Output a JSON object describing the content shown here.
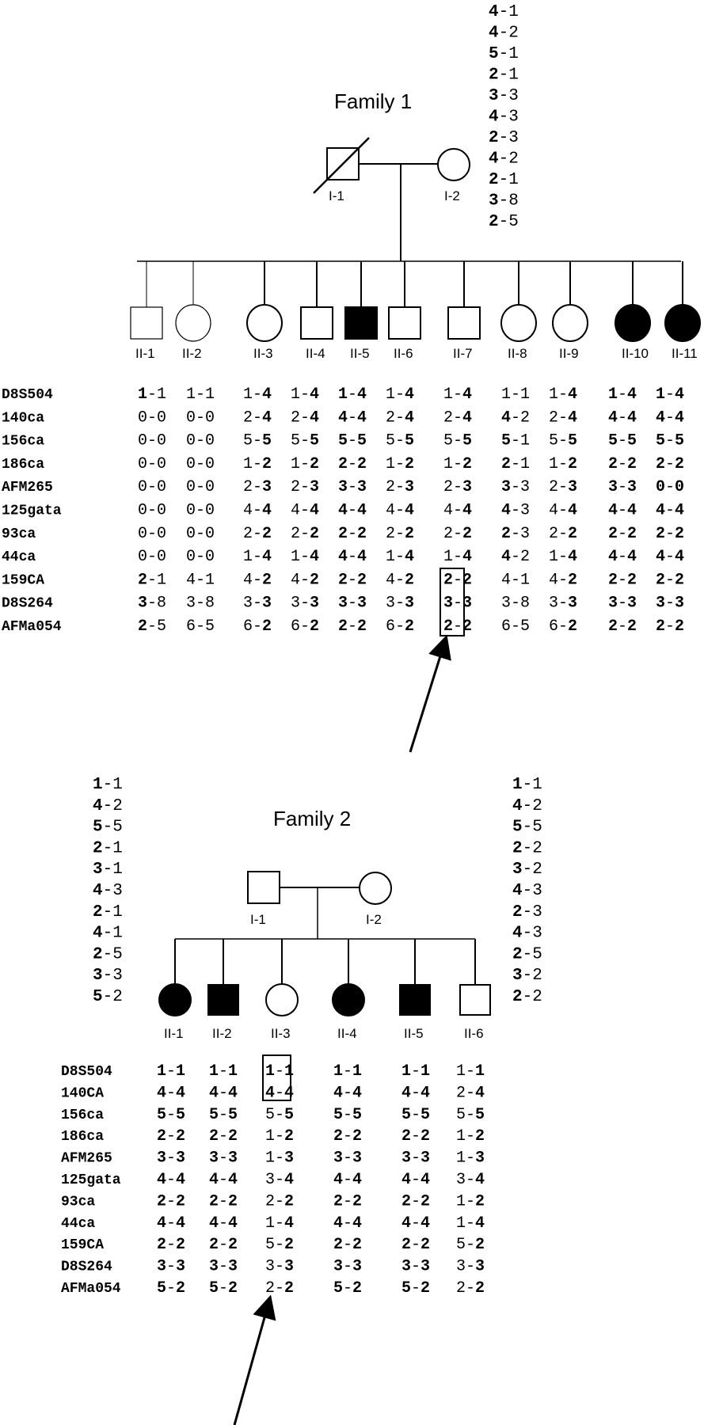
{
  "family1": {
    "title": "Family 1",
    "founder_haplotype": [
      "4-1",
      "4-2",
      "5-1",
      "2-1",
      "3-3",
      "4-3",
      "2-3",
      "4-2",
      "2-1",
      "3-8",
      "2-5"
    ],
    "founders": [
      {
        "id": "I-1",
        "sex": "male",
        "affected": false,
        "deceased": true
      },
      {
        "id": "I-2",
        "sex": "female",
        "affected": false,
        "deceased": false
      }
    ],
    "children": [
      {
        "id": "II-1",
        "sex": "male",
        "affected": false
      },
      {
        "id": "II-2",
        "sex": "female",
        "affected": false
      },
      {
        "id": "II-3",
        "sex": "female",
        "affected": false
      },
      {
        "id": "II-4",
        "sex": "male",
        "affected": false
      },
      {
        "id": "II-5",
        "sex": "male",
        "affected": true
      },
      {
        "id": "II-6",
        "sex": "male",
        "affected": false
      },
      {
        "id": "II-7",
        "sex": "male",
        "affected": false
      },
      {
        "id": "II-8",
        "sex": "female",
        "affected": false
      },
      {
        "id": "II-9",
        "sex": "female",
        "affected": false
      },
      {
        "id": "II-10",
        "sex": "female",
        "affected": true
      },
      {
        "id": "II-11",
        "sex": "female",
        "affected": true
      }
    ],
    "markers": [
      "D8S504",
      "140ca",
      "156ca",
      "186ca",
      "AFM265",
      "125gata",
      "93ca",
      "44ca",
      "159CA",
      "D8S264",
      "AFMa054"
    ],
    "genotypes": [
      [
        "1-1",
        "1-1",
        "1-4",
        "1-4",
        "1-4",
        "1-4",
        "1-4",
        "1-1",
        "1-4",
        "1-4",
        "1-4"
      ],
      [
        "0-0",
        "0-0",
        "2-4",
        "2-4",
        "4-4",
        "2-4",
        "2-4",
        "4-2",
        "2-4",
        "4-4",
        "4-4"
      ],
      [
        "0-0",
        "0-0",
        "5-5",
        "5-5",
        "5-5",
        "5-5",
        "5-5",
        "5-1",
        "5-5",
        "5-5",
        "5-5"
      ],
      [
        "0-0",
        "0-0",
        "1-2",
        "1-2",
        "2-2",
        "1-2",
        "1-2",
        "2-1",
        "1-2",
        "2-2",
        "2-2"
      ],
      [
        "0-0",
        "0-0",
        "2-3",
        "2-3",
        "3-3",
        "2-3",
        "2-3",
        "3-3",
        "2-3",
        "3-3",
        "0-0"
      ],
      [
        "0-0",
        "0-0",
        "4-4",
        "4-4",
        "4-4",
        "4-4",
        "4-4",
        "4-3",
        "4-4",
        "4-4",
        "4-4"
      ],
      [
        "0-0",
        "0-0",
        "2-2",
        "2-2",
        "2-2",
        "2-2",
        "2-2",
        "2-3",
        "2-2",
        "2-2",
        "2-2"
      ],
      [
        "0-0",
        "0-0",
        "1-4",
        "1-4",
        "4-4",
        "1-4",
        "1-4",
        "4-2",
        "1-4",
        "4-4",
        "4-4"
      ],
      [
        "2-1",
        "4-1",
        "4-2",
        "4-2",
        "2-2",
        "4-2",
        "2-2",
        "4-1",
        "4-2",
        "2-2",
        "2-2"
      ],
      [
        "3-8",
        "3-8",
        "3-3",
        "3-3",
        "3-3",
        "3-3",
        "3-3",
        "3-8",
        "3-3",
        "3-3",
        "3-3"
      ],
      [
        "2-5",
        "6-5",
        "6-2",
        "6-2",
        "2-2",
        "6-2",
        "2-2",
        "6-5",
        "6-2",
        "2-2",
        "2-2"
      ]
    ]
  },
  "family2": {
    "title": "Family 2",
    "left_haplotype": [
      "1-1",
      "4-2",
      "5-5",
      "2-1",
      "3-1",
      "4-3",
      "2-1",
      "4-1",
      "2-5",
      "3-3",
      "5-2"
    ],
    "right_haplotype": [
      "1-1",
      "4-2",
      "5-5",
      "2-2",
      "3-2",
      "4-3",
      "2-3",
      "4-3",
      "2-5",
      "3-2",
      "2-2"
    ],
    "founders": [
      {
        "id": "I-1",
        "sex": "male",
        "affected": false
      },
      {
        "id": "I-2",
        "sex": "female",
        "affected": false
      }
    ],
    "children": [
      {
        "id": "II-1",
        "sex": "female",
        "affected": true
      },
      {
        "id": "II-2",
        "sex": "male",
        "affected": true
      },
      {
        "id": "II-3",
        "sex": "female",
        "affected": false
      },
      {
        "id": "II-4",
        "sex": "female",
        "affected": true
      },
      {
        "id": "II-5",
        "sex": "male",
        "affected": true
      },
      {
        "id": "II-6",
        "sex": "male",
        "affected": false
      }
    ],
    "markers": [
      "D8S504",
      "140CA",
      "156ca",
      "186ca",
      "AFM265",
      "125gata",
      "93ca",
      "44ca",
      "159CA",
      "D8S264",
      "AFMa054"
    ],
    "genotypes": [
      [
        "1-1",
        "1-1",
        "1-1",
        "1-1",
        "1-1",
        "1-1"
      ],
      [
        "4-4",
        "4-4",
        "4-4",
        "4-4",
        "4-4",
        "2-4"
      ],
      [
        "5-5",
        "5-5",
        "5-5",
        "5-5",
        "5-5",
        "5-5"
      ],
      [
        "2-2",
        "2-2",
        "1-2",
        "2-2",
        "2-2",
        "1-2"
      ],
      [
        "3-3",
        "3-3",
        "1-3",
        "3-3",
        "3-3",
        "1-3"
      ],
      [
        "4-4",
        "4-4",
        "3-4",
        "4-4",
        "4-4",
        "3-4"
      ],
      [
        "2-2",
        "2-2",
        "2-2",
        "2-2",
        "2-2",
        "1-2"
      ],
      [
        "4-4",
        "4-4",
        "1-4",
        "4-4",
        "4-4",
        "1-4"
      ],
      [
        "2-2",
        "2-2",
        "5-2",
        "2-2",
        "2-2",
        "5-2"
      ],
      [
        "3-3",
        "3-3",
        "3-3",
        "3-3",
        "3-3",
        "3-3"
      ],
      [
        "5-2",
        "5-2",
        "2-2",
        "5-2",
        "5-2",
        "2-2"
      ]
    ]
  }
}
